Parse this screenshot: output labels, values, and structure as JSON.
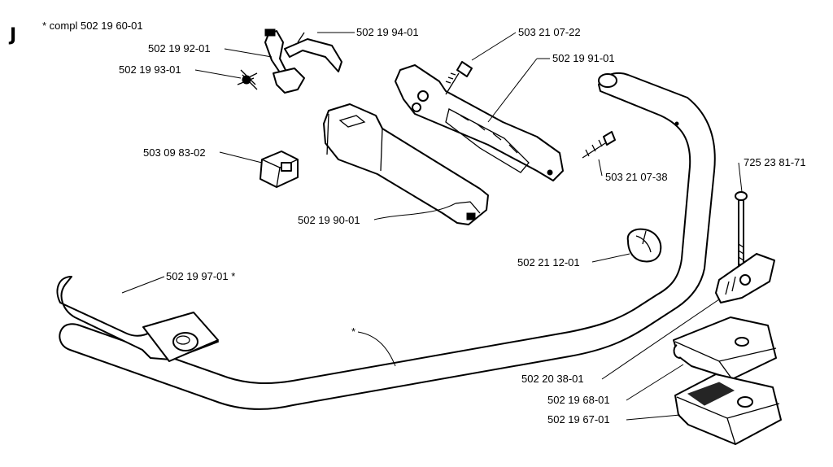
{
  "section": {
    "letter": "J",
    "note": "* compl 502 19 60-01"
  },
  "labels": {
    "p502199401": "502 19 94-01",
    "p502199201": "502 19 92-01",
    "p502199301": "502 19 93-01",
    "p503210722": "503 21 07-22",
    "p502199101": "502 19 91-01",
    "p503098302": "503 09 83-02",
    "p503210738": "503 21 07-38",
    "p725238171": "725 23 81-71",
    "p502199001": "502 19 90-01",
    "p502211201": "502 21 12-01",
    "p502199701": "502 19 97-01  *",
    "star": "*",
    "p502203801": "502 20 38-01",
    "p502196801": "502 19 68-01",
    "p502196701": "502 19 67-01"
  }
}
